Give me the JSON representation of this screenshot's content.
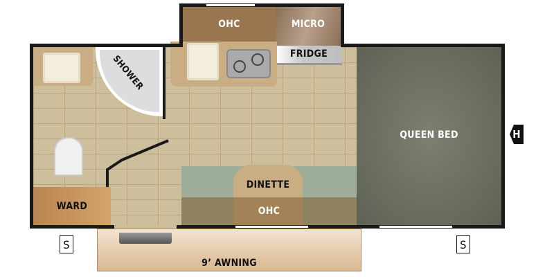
{
  "labels": {
    "ohc_top": "OHC",
    "micro": "MICRO",
    "fridge": "FRIDGE",
    "shower": "SHOWER",
    "queen_bed": "QUEEN BED",
    "dinette": "DINETTE",
    "ohc_bottom": "OHC",
    "ward": "WARD",
    "awning": "9’ AWNING"
  },
  "markers": {
    "hitch": "H",
    "stabilizer_left": "S",
    "stabilizer_right": "S"
  },
  "colors": {
    "wall": "#1a1a1a",
    "floor": "#cdbf9b",
    "bed": "#6e7262",
    "ohc": "#9a7650",
    "counter": "#c9ae84"
  }
}
